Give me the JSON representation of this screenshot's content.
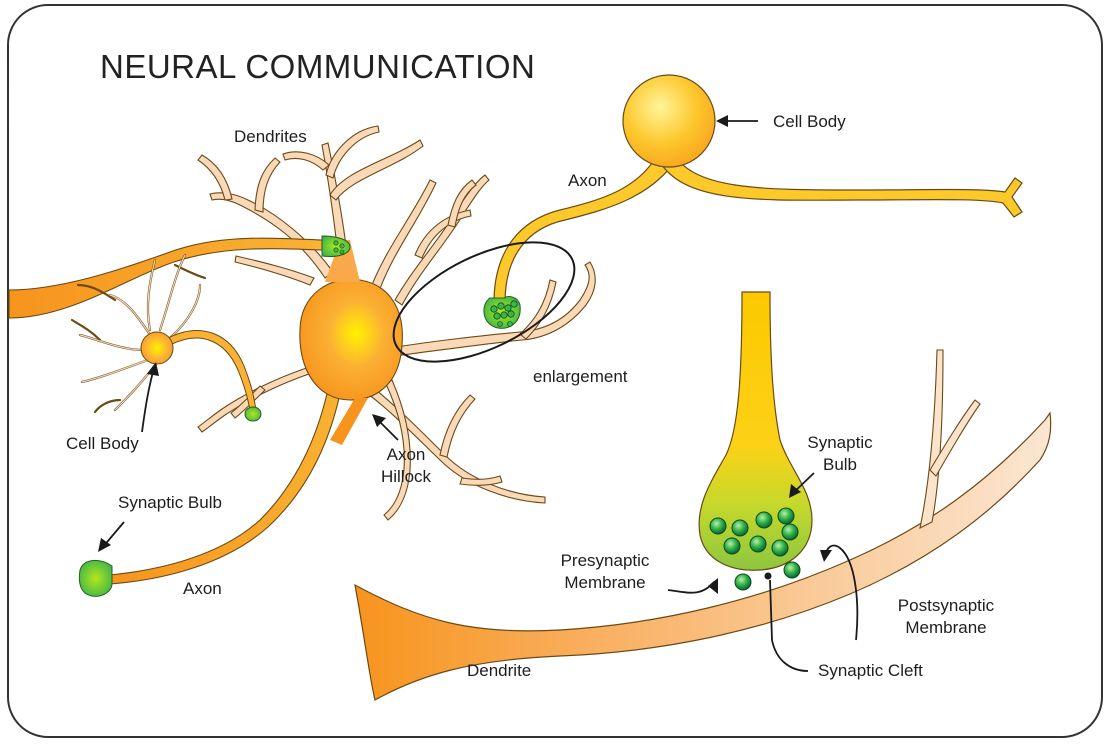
{
  "title": "NEURAL COMMUNICATION",
  "labels": {
    "dendrites": "Dendrites",
    "cell_body_top": "Cell Body",
    "axon_top": "Axon",
    "enlargement": "enlargement",
    "cell_body_left": "Cell Body",
    "axon_hillock_line1": "Axon",
    "axon_hillock_line2": "Hillock",
    "synaptic_bulb_left": "Synaptic Bulb",
    "axon_bottom": "Axon",
    "synaptic_bulb_right_line1": "Synaptic",
    "synaptic_bulb_right_line2": "Bulb",
    "presynaptic_line1": "Presynaptic",
    "presynaptic_line2": "Membrane",
    "postsynaptic_line1": "Postsynaptic",
    "postsynaptic_line2": "Membrane",
    "synaptic_cleft": "Synaptic Cleft",
    "dendrite": "Dendrite"
  },
  "colors": {
    "orange": "#f7941d",
    "yellow": "#fcd116",
    "green": "#39b54a",
    "dendrite_pale": "#f6dcc2",
    "outline": "#4a4a4a"
  }
}
